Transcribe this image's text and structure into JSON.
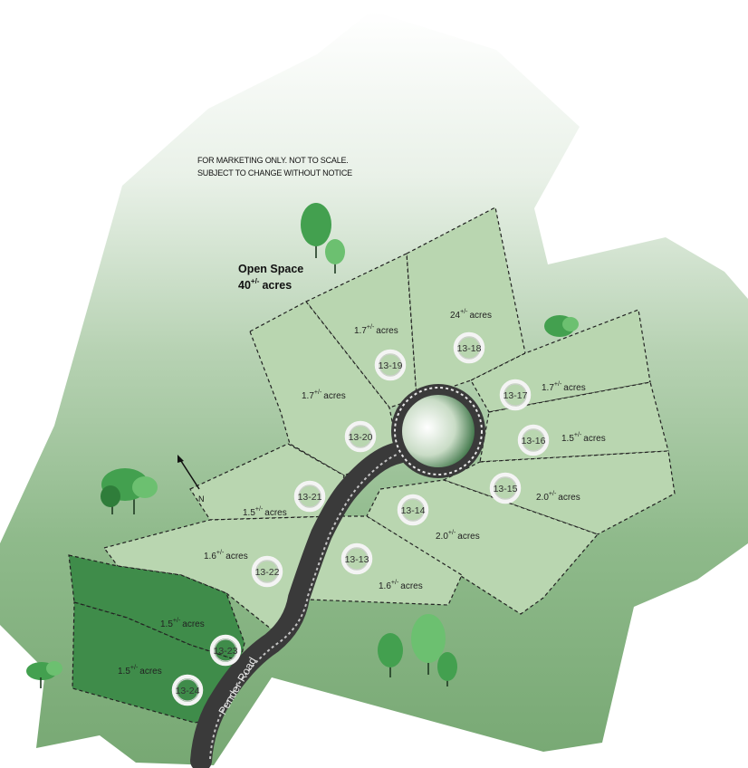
{
  "notes": {
    "line1": "FOR MARKETING ONLY.  NOT TO SCALE.",
    "line2": "SUBJECT TO CHANGE WITHOUT NOTICE"
  },
  "open_space": {
    "title": "Open Space",
    "size_value": "40",
    "size_sup": "+/-",
    "size_unit": "acres"
  },
  "north_label": "N",
  "road_name": "Pender Road",
  "lots": [
    {
      "id": "13-13",
      "acres_value": "1.6",
      "acres_sup": "+/-",
      "unit": "acres"
    },
    {
      "id": "13-14",
      "acres_value": "2.0",
      "acres_sup": "+/-",
      "unit": "acres"
    },
    {
      "id": "13-15",
      "acres_value": "2.0",
      "acres_sup": "+/-",
      "unit": "acres"
    },
    {
      "id": "13-16",
      "acres_value": "1.5",
      "acres_sup": "+/-",
      "unit": "acres"
    },
    {
      "id": "13-17",
      "acres_value": "1.7",
      "acres_sup": "+/-",
      "unit": "acres"
    },
    {
      "id": "13-18",
      "acres_value": "24",
      "acres_sup": "+/-",
      "unit": "acres"
    },
    {
      "id": "13-19",
      "acres_value": "1.7",
      "acres_sup": "+/-",
      "unit": "acres"
    },
    {
      "id": "13-20",
      "acres_value": "1.7",
      "acres_sup": "+/-",
      "unit": "acres"
    },
    {
      "id": "13-21",
      "acres_value": "1.5",
      "acres_sup": "+/-",
      "unit": "acres"
    },
    {
      "id": "13-22",
      "acres_value": "1.6",
      "acres_sup": "+/-",
      "unit": "acres"
    },
    {
      "id": "13-23",
      "acres_value": "1.5",
      "acres_sup": "+/-",
      "unit": "acres"
    },
    {
      "id": "13-24",
      "acres_value": "1.5",
      "acres_sup": "+/-",
      "unit": "acres"
    }
  ],
  "colors": {
    "lot_fill": "#b9d6b0",
    "sold_lot_fill": "#3f8c4a",
    "terrain_dark": "#7fae7c",
    "terrain_light": "#ffffff",
    "road": "#3a3a3a"
  }
}
